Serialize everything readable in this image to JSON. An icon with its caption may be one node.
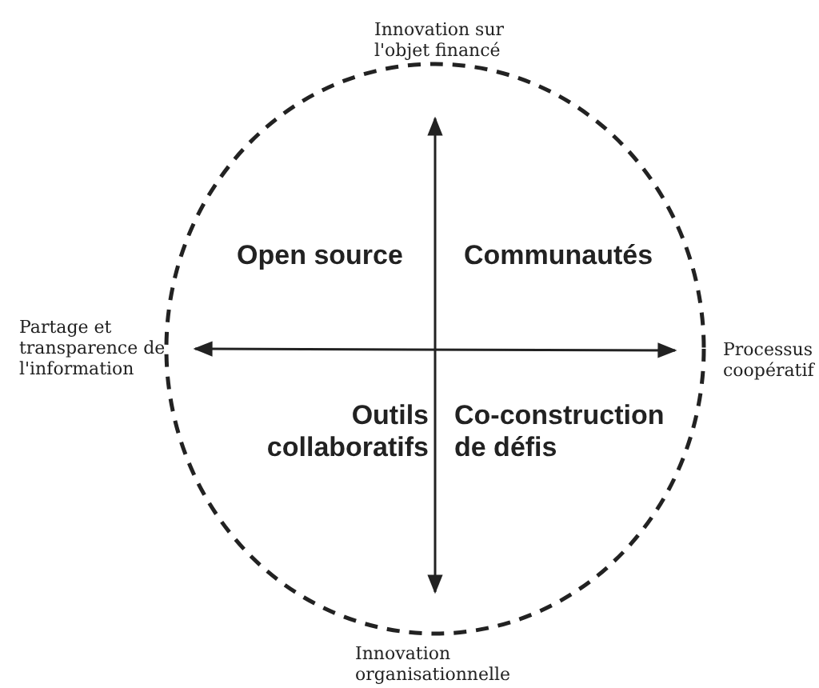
{
  "diagram": {
    "labels": [
      "Innovation sur l'objet financé",
      "Open source",
      "Communautés",
      "Partage et transparence de l'information",
      "Processus coopératif",
      "Outils collaboratifs",
      "Co-construction de défis",
      "Innovation organisationnelle"
    ]
  }
}
